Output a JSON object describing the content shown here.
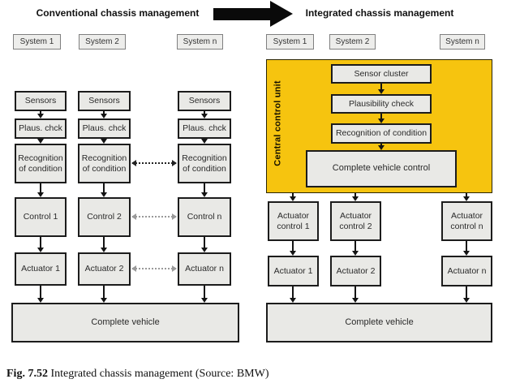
{
  "conventional": {
    "title": "Conventional chassis management",
    "systems": [
      "System 1",
      "System 2",
      "System n"
    ],
    "rows": {
      "sensors": [
        "Sensors",
        "Sensors",
        "Sensors"
      ],
      "plaus": [
        "Plaus. chck",
        "Plaus. chck",
        "Plaus. chck"
      ],
      "recognition": [
        "Recognition of condition",
        "Recognition of condition",
        "Recognition of condition"
      ],
      "control": [
        "Control 1",
        "Control 2",
        "Control n"
      ],
      "actuator": [
        "Actuator 1",
        "Actuator 2",
        "Actuator n"
      ]
    },
    "complete_vehicle": "Complete vehicle"
  },
  "integrated": {
    "title": "Integrated chassis management",
    "systems": [
      "System 1",
      "System 2",
      "System n"
    ],
    "central_unit": "Central control unit",
    "pipeline": [
      "Sensor cluster",
      "Plausibility check",
      "Recognition of condition",
      "Complete vehicle control"
    ],
    "actuator_control": [
      "Actuator control 1",
      "Actuator control 2",
      "Actuator control n"
    ],
    "actuators": [
      "Actuator 1",
      "Actuator 2",
      "Actuator n"
    ],
    "complete_vehicle": "Complete vehicle"
  },
  "caption": {
    "fig_label": "Fig. 7.52",
    "text": " Integrated chassis management (Source: BMW)"
  },
  "colors": {
    "central_bg": "#f6c40f",
    "box_fill": "#e9e9e6"
  }
}
